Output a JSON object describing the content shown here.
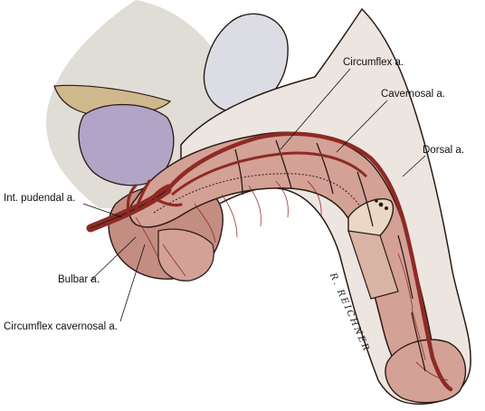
{
  "labels": {
    "circumflex": "Circumflex a.",
    "cavernosal": "Cavernosal a.",
    "dorsal": "Dorsal a.",
    "int_pudendal": "Int. pudendal a.",
    "bulbar": "Bulbar a.",
    "circumflex_cavernosal": "Circumflex cavernosal a."
  },
  "signature": "R. REICHNER",
  "colors": {
    "artery": "#8e2a24",
    "tissue": "#d4a196",
    "tissue_dark": "#c48d82",
    "skin": "#ede6e0",
    "bone": "#e0dcd6",
    "bladder": "#b1a4c6",
    "prostate_band": "#cfb88b",
    "outline": "#2a1a16"
  }
}
